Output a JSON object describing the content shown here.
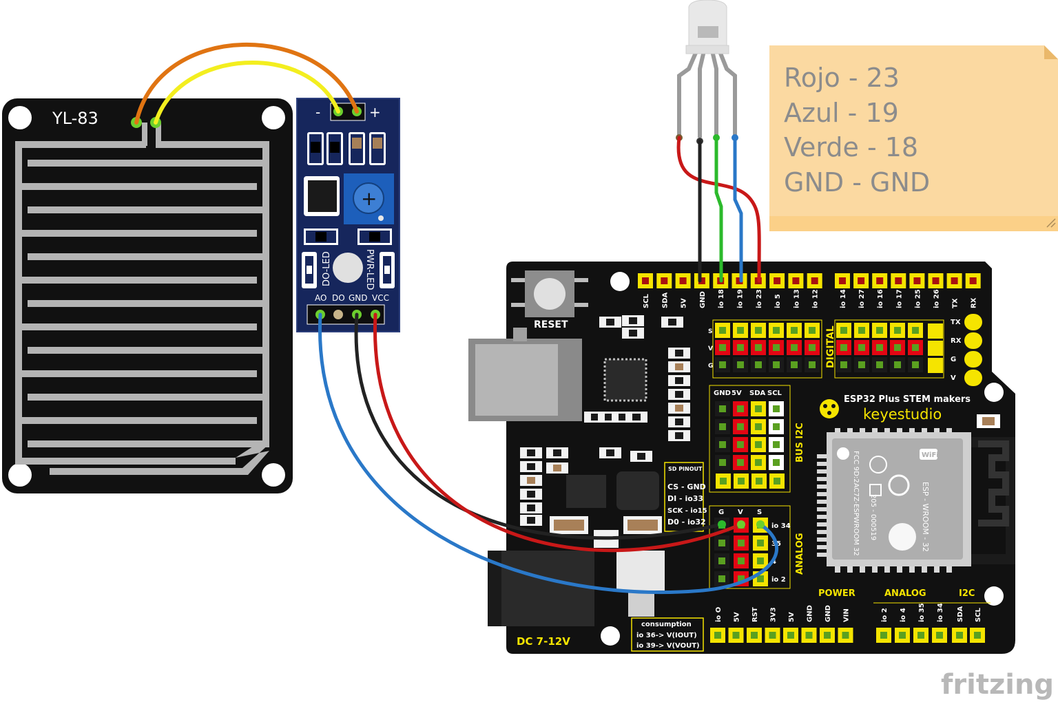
{
  "sensor": {
    "name": "YL-83",
    "module_plus": "+",
    "module_minus": "-",
    "led_do": "DO-LED",
    "led_pwr": "PWR-LED",
    "pins": [
      "AO",
      "DO",
      "GND",
      "VCC"
    ]
  },
  "note": {
    "lines": [
      "Rojo - 23",
      "Azul - 19",
      "Verde - 18",
      "GND - GND"
    ]
  },
  "board": {
    "reset": "RESET",
    "top_left_labels": [
      "SCL",
      "SDA",
      "5V",
      "GND",
      "io 18",
      "io 19",
      "io 23",
      "io 5",
      "io 13",
      "io 12"
    ],
    "top_right_labels": [
      "io 14",
      "io 27",
      "io 16",
      "io 17",
      "io 25",
      "io 26",
      "TX",
      "RX"
    ],
    "svg_labels": [
      "S",
      "V",
      "G"
    ],
    "digital": "DIGITAL",
    "uart_labels": [
      "TX",
      "RX",
      "G",
      "V"
    ],
    "i2c_header": [
      "GND",
      "5V",
      "SDA",
      "SCL"
    ],
    "bus_i2c": "BUS I2C",
    "title": "ESP32 Plus STEM  makers",
    "brand": "keyestudio",
    "sd_title": "SD PINOUT",
    "sd_lines": [
      "CS - GND",
      "DI - io33",
      "SCK - io15",
      "D0 - io32"
    ],
    "analog_header": [
      "G",
      "V",
      "S"
    ],
    "analog_pins": [
      "io 34",
      "35",
      "4",
      "io 2"
    ],
    "analog_side": "ANALOG",
    "module_text": [
      "FCC 9D:2AC7Z-ESPWROOM 32",
      "205 - 000519",
      "ESP - WROOM - 32"
    ],
    "wifi": "WiFi",
    "section_labels": [
      "POWER",
      "ANALOG",
      "I2C"
    ],
    "power_labels": [
      "io O",
      "5V",
      "RST",
      "3V3",
      "5V",
      "GND",
      "GND",
      "VIN"
    ],
    "analog_bottom_labels": [
      "io 2",
      "io 4",
      "io 35",
      "io 34"
    ],
    "i2c_bottom_labels": [
      "SDA",
      "SCL"
    ],
    "dc": "DC 7-12V",
    "consumption_title": "consumption",
    "consumption_lines": [
      "io 36-> V(IOUT)",
      "io 39-> V(VOUT)"
    ]
  },
  "watermark": "fritzing",
  "colors": {
    "board": "#1a1a1a",
    "header_yellow": "#f5e400",
    "header_red": "#e30613",
    "wire_orange": "#e07412",
    "wire_yellow": "#f3ee1f",
    "wire_blue": "#2a78c8",
    "wire_red": "#c81818",
    "wire_black": "#222222",
    "wire_green": "#2cba2c",
    "note": "#fbd9a1"
  }
}
